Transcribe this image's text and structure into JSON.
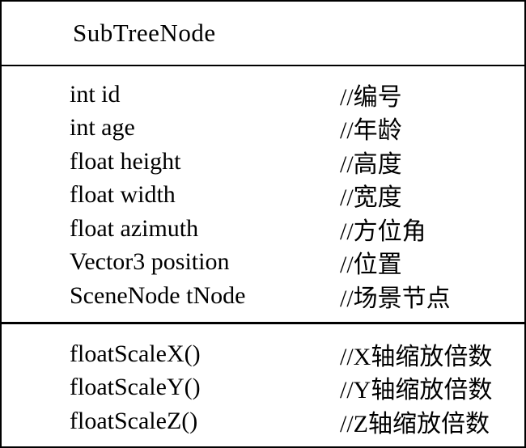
{
  "class_diagram": {
    "title": "SubTreeNode",
    "fields": [
      {
        "decl": "int id",
        "comment": "//编号"
      },
      {
        "decl": "int age",
        "comment": "//年龄"
      },
      {
        "decl": "float height",
        "comment": "//高度"
      },
      {
        "decl": "float width",
        "comment": "//宽度"
      },
      {
        "decl": "float azimuth",
        "comment": "//方位角"
      },
      {
        "decl": "Vector3 position",
        "comment": "//位置"
      },
      {
        "decl": "SceneNode tNode",
        "comment": "//场景节点"
      }
    ],
    "methods": [
      {
        "decl": "floatScaleX()",
        "comment": "//X轴缩放倍数"
      },
      {
        "decl": "floatScaleY()",
        "comment": "//Y轴缩放倍数"
      },
      {
        "decl": "floatScaleZ()",
        "comment": "//Z轴缩放倍数"
      }
    ],
    "colors": {
      "border": "#000000",
      "text": "#000000",
      "background": "#ffffff"
    }
  }
}
